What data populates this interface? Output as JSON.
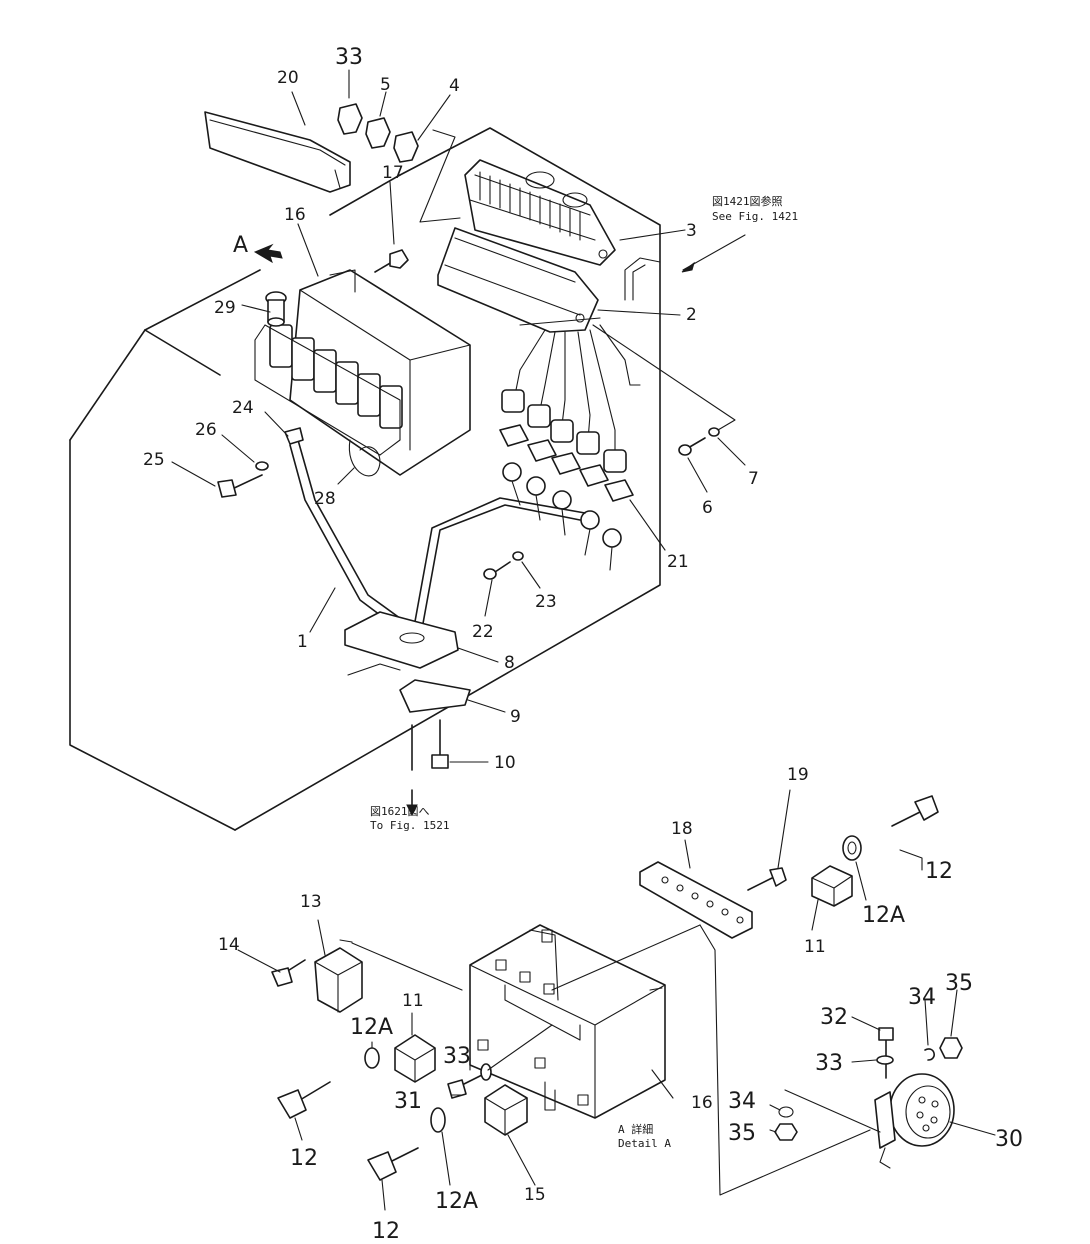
{
  "view_marker": "A",
  "notes": {
    "see_fig_jp": "図1421図参照",
    "see_fig_en": "See Fig. 1421",
    "to_fig_jp": "図1621図へ",
    "to_fig_en": "To Fig. 1521",
    "detail_jp": "A 詳細",
    "detail_en": "Detail A"
  },
  "callouts": {
    "c33a": "33",
    "c5": "5",
    "c4": "4",
    "c20": "20",
    "c17": "17",
    "c16a": "16",
    "c3": "3",
    "c2": "2",
    "c29": "29",
    "c24": "24",
    "c26": "26",
    "c25": "25",
    "c28": "28",
    "c7": "7",
    "c6": "6",
    "c21": "21",
    "c23": "23",
    "c22": "22",
    "c1": "1",
    "c8": "8",
    "c9": "9",
    "c10": "10",
    "c19": "19",
    "c18": "18",
    "c12a": "12",
    "c12A_top": "12A",
    "c11a": "11",
    "c13": "13",
    "c14": "14",
    "c12A_mid": "12A",
    "c11b": "11",
    "c33b": "33",
    "c31": "31",
    "c16b": "16",
    "c12b": "12",
    "c12A_bot": "12A",
    "c12c": "12",
    "c15": "15",
    "c32": "32",
    "c34a": "34",
    "c35a": "35",
    "c33c": "33",
    "c34b": "34",
    "c35b": "35",
    "c30": "30"
  }
}
